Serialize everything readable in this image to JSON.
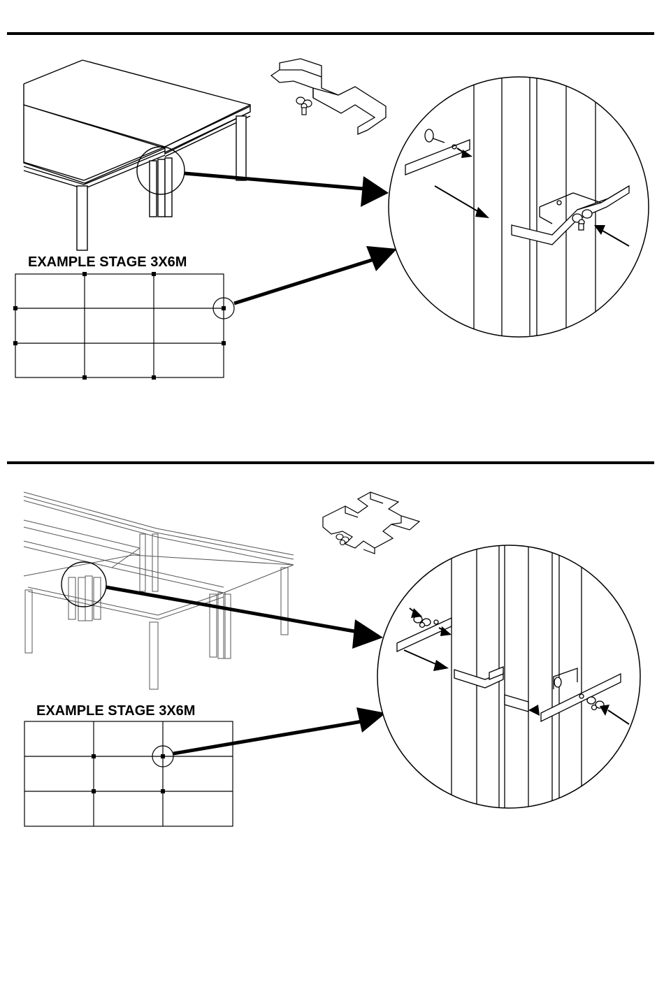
{
  "sections": [
    {
      "label": "EXAMPLE STAGE 3X6M"
    },
    {
      "label": "EXAMPLE STAGE 3X6M"
    }
  ],
  "icons": [
    "stage-platform-illustration",
    "connector-bracket-icon",
    "wing-nut-icon",
    "magnifier-circle",
    "arrow-icon"
  ]
}
